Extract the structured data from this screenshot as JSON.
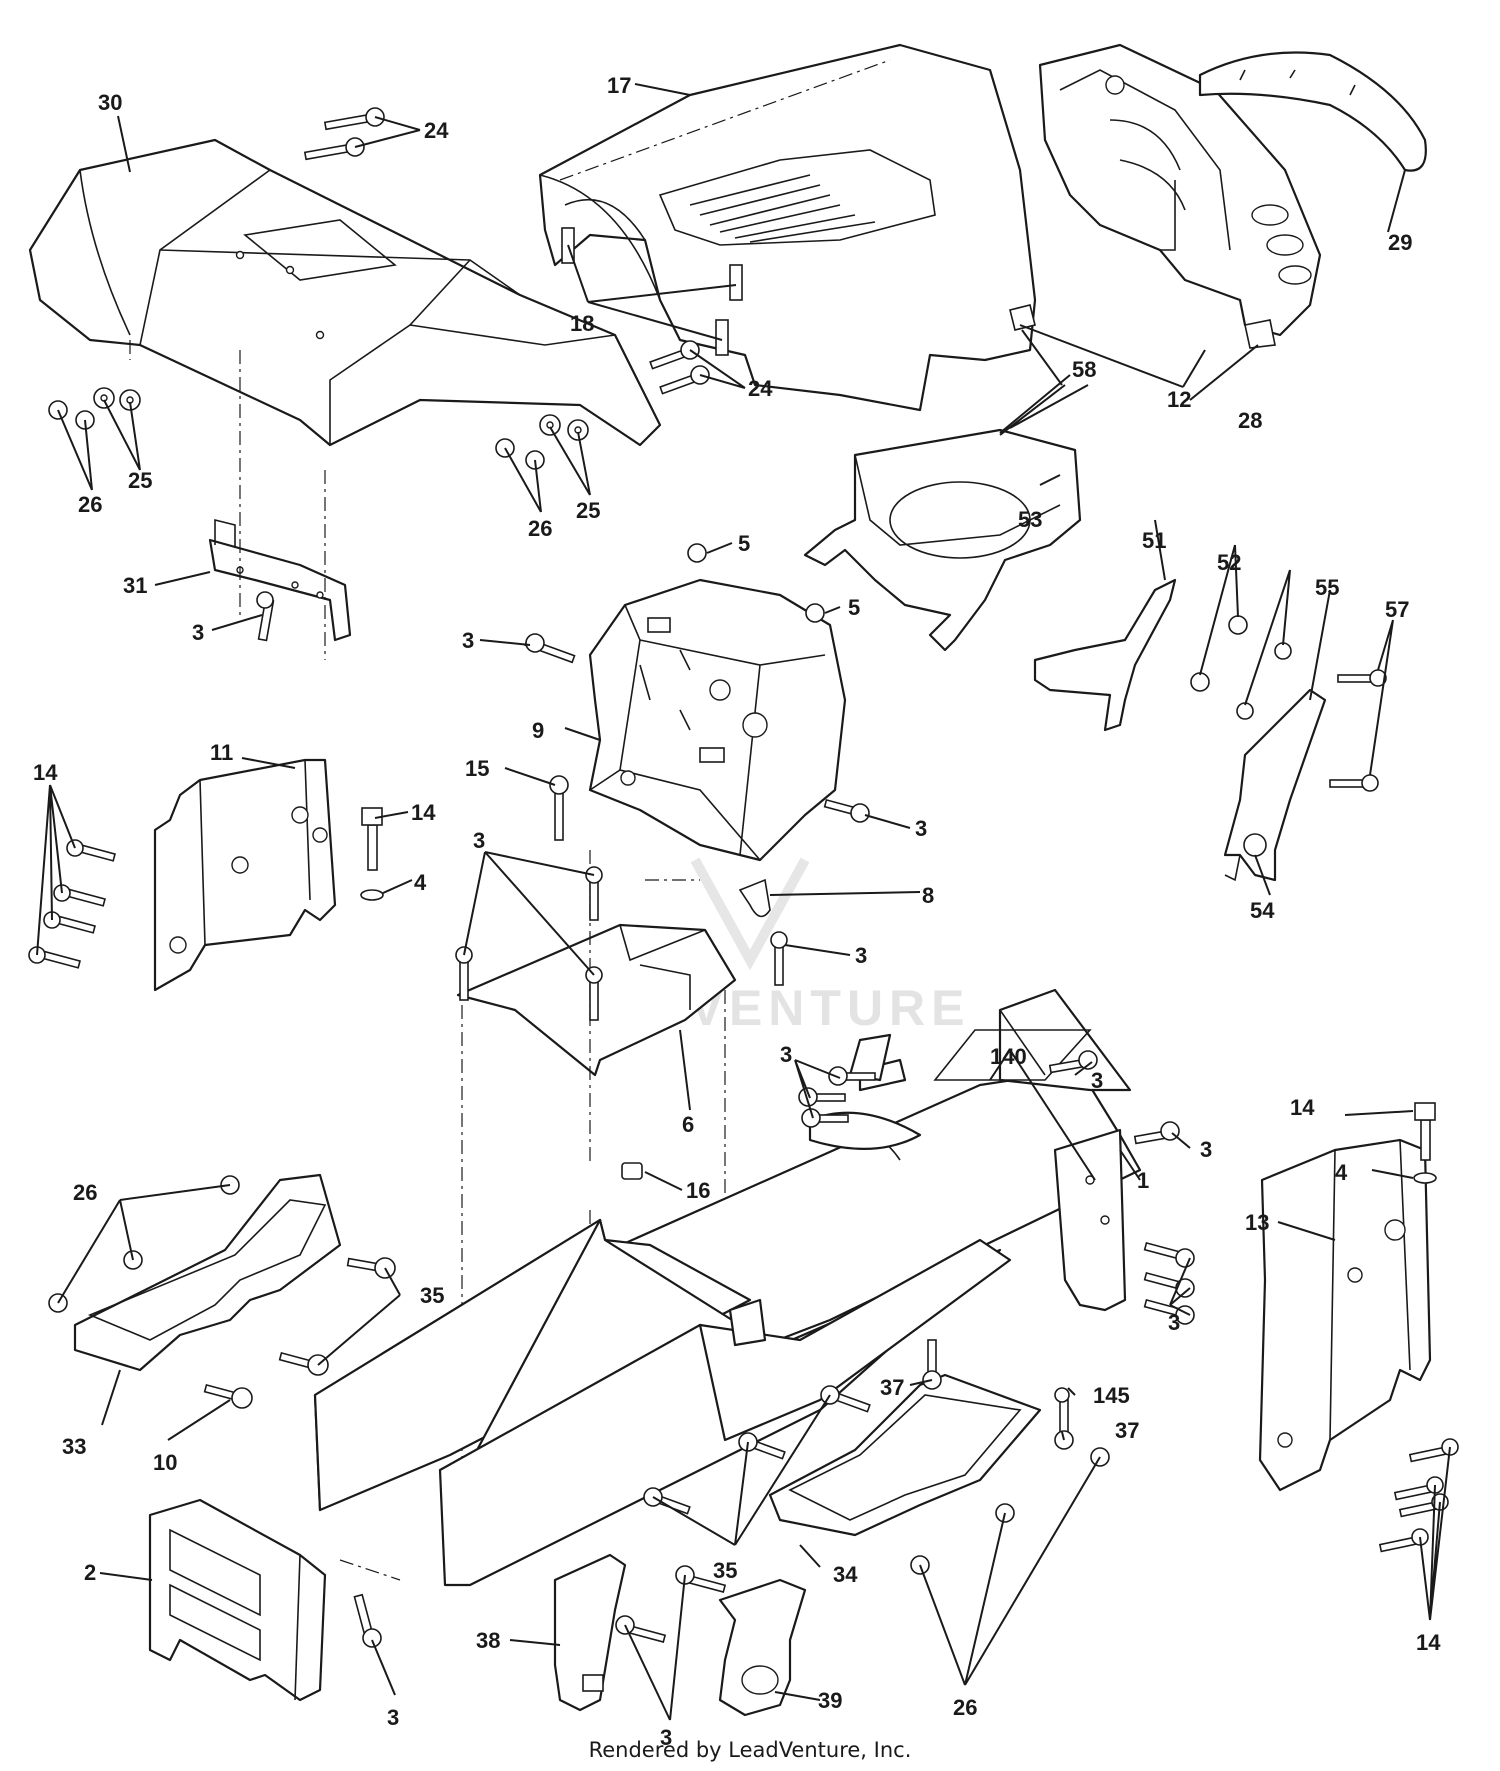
{
  "diagram": {
    "callouts": {
      "c30": "30",
      "c24a": "24",
      "c24b": "24",
      "c25a": "25",
      "c25b": "25",
      "c26a": "26",
      "c26b": "26",
      "c26c": "26",
      "c26d": "26",
      "c31": "31",
      "c3a": "3",
      "c3b": "3",
      "c3c": "3",
      "c3d": "3",
      "c3e": "3",
      "c3f": "3",
      "c3g": "3",
      "c3h": "3",
      "c3i": "3",
      "c3j": "3",
      "c3k": "3",
      "c17": "17",
      "c18": "18",
      "c29": "29",
      "c12": "12",
      "c28": "28",
      "c58": "58",
      "c5a": "5",
      "c5b": "5",
      "c9": "9",
      "c15": "15",
      "c11": "11",
      "c14a": "14",
      "c14b": "14",
      "c14c": "14",
      "c14d": "14",
      "c4a": "4",
      "c4b": "4",
      "c8": "8",
      "c6": "6",
      "c16": "16",
      "c140": "140",
      "c1": "1",
      "c13": "13",
      "c53": "53",
      "c51": "51",
      "c52": "52",
      "c55": "55",
      "c57": "57",
      "c54": "54",
      "c35a": "35",
      "c35b": "35",
      "c33": "33",
      "c10": "10",
      "c37a": "37",
      "c37b": "37",
      "c145": "145",
      "c34": "34",
      "c2": "2",
      "c38": "38",
      "c39": "39"
    }
  },
  "watermark": {
    "text": "LEADVENTURE"
  },
  "footer": {
    "credit": "Rendered by LeadVenture, Inc."
  }
}
